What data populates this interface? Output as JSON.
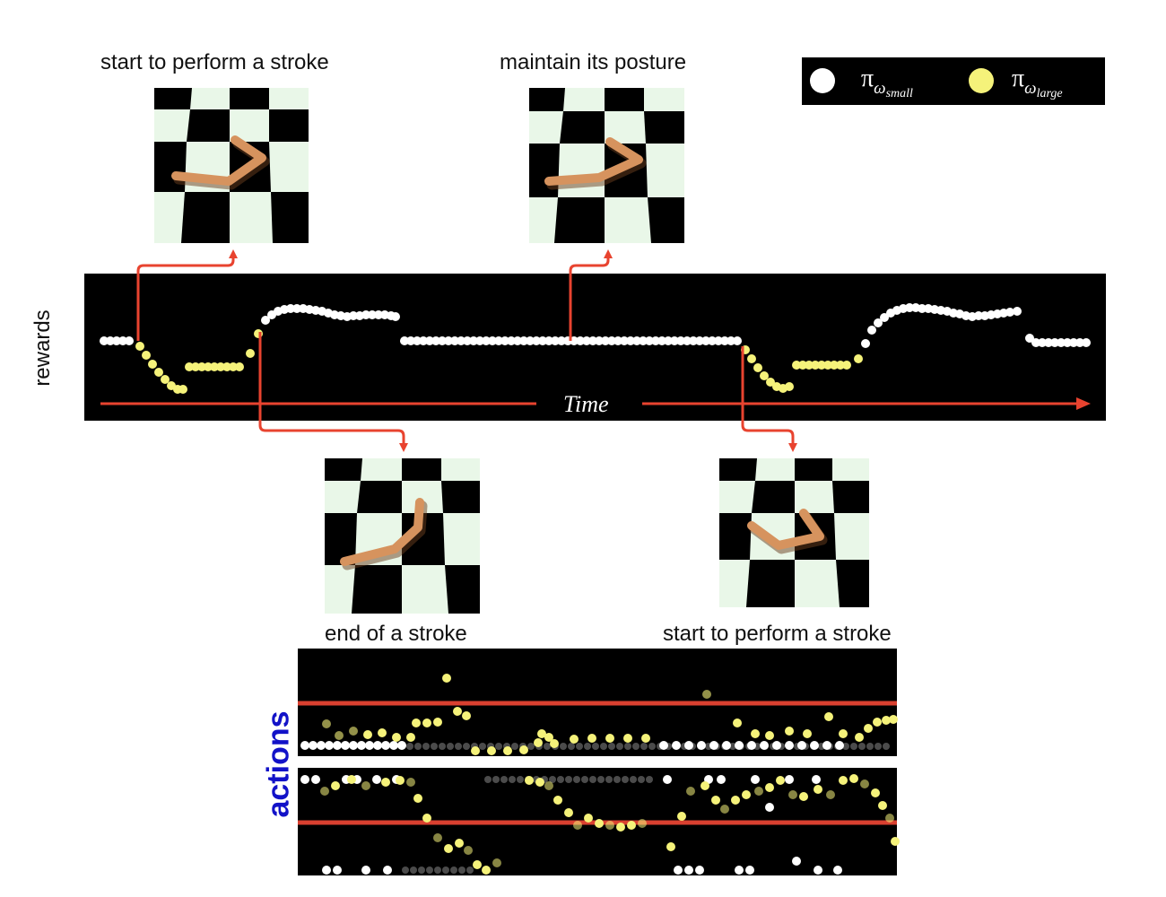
{
  "captions": {
    "top_left": "start to perform a stroke",
    "top_middle": "maintain its posture",
    "bottom_left": "end of a stroke",
    "bottom_right": "start to perform a stroke"
  },
  "legend": {
    "small_symbol": "π",
    "small_sub": "ω",
    "small_subsub": "small",
    "large_symbol": "π",
    "large_sub": "ω",
    "large_subsub": "large",
    "small_color": "#ffffff",
    "large_color": "#f5f27a"
  },
  "axis": {
    "rewards_label": "rewards",
    "time_label": "Time",
    "actions_label": "actions"
  },
  "colors": {
    "arrow": "#e8432f",
    "checker_light": "#e9f7e8",
    "checker_dark": "#000000",
    "body": "#d6935e",
    "reference_line": "#d94030"
  }
}
